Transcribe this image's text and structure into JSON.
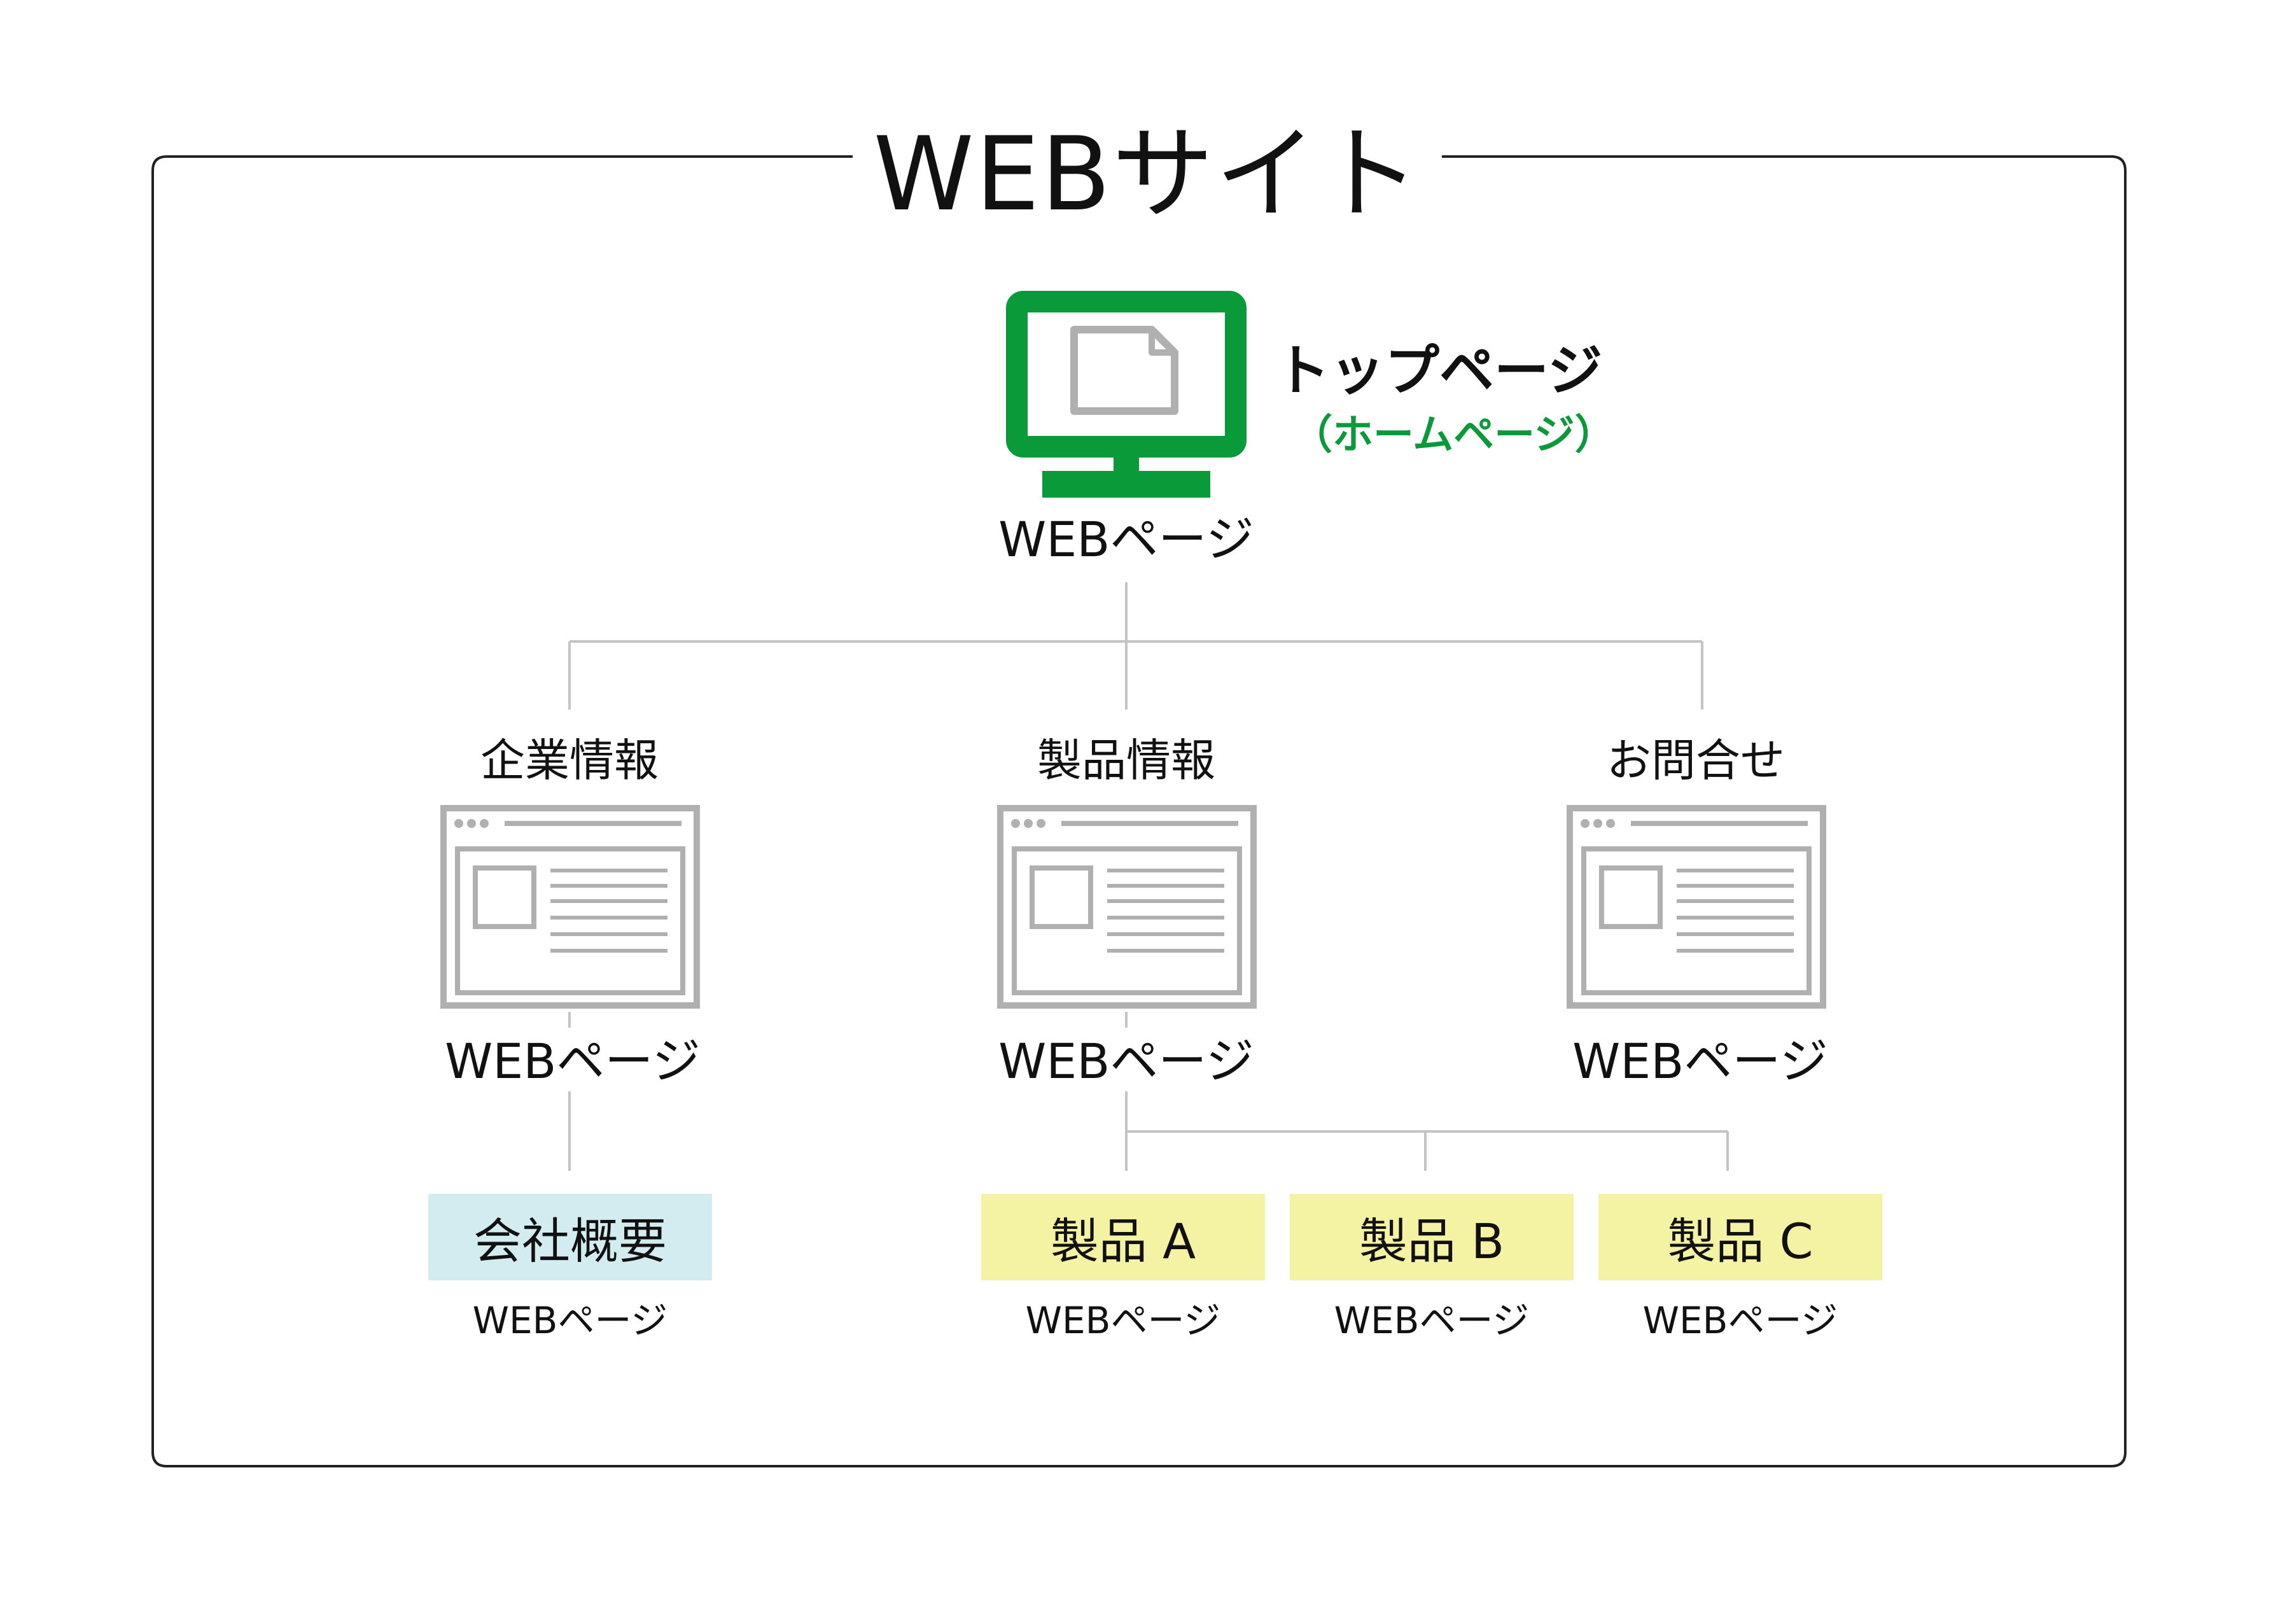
{
  "title": "WEBサイト",
  "top": {
    "name": "トップページ",
    "alias": "（ホームページ）",
    "caption": "WEBページ",
    "monitor_icon": "monitor-icon"
  },
  "categories": [
    {
      "name": "企業情報",
      "caption": "WEBページ",
      "icon": "webpage-icon"
    },
    {
      "name": "製品情報",
      "caption": "WEBページ",
      "icon": "webpage-icon"
    },
    {
      "name": "お問合せ",
      "caption": "WEBページ",
      "icon": "webpage-icon"
    }
  ],
  "children": [
    {
      "name": "会社概要",
      "caption": "WEBページ"
    },
    {
      "name": "製品 A",
      "caption": "WEBページ"
    },
    {
      "name": "製品 B",
      "caption": "WEBページ"
    },
    {
      "name": "製品 C",
      "caption": "WEBページ"
    }
  ],
  "colors": {
    "accent_green": "#0a9a3a",
    "icon_gray": "#b0b0b0",
    "line_gray": "#c4c4c4",
    "frame_black": "#222222",
    "company_box": "#d3ecef",
    "product_box": "#f4f2a3"
  }
}
